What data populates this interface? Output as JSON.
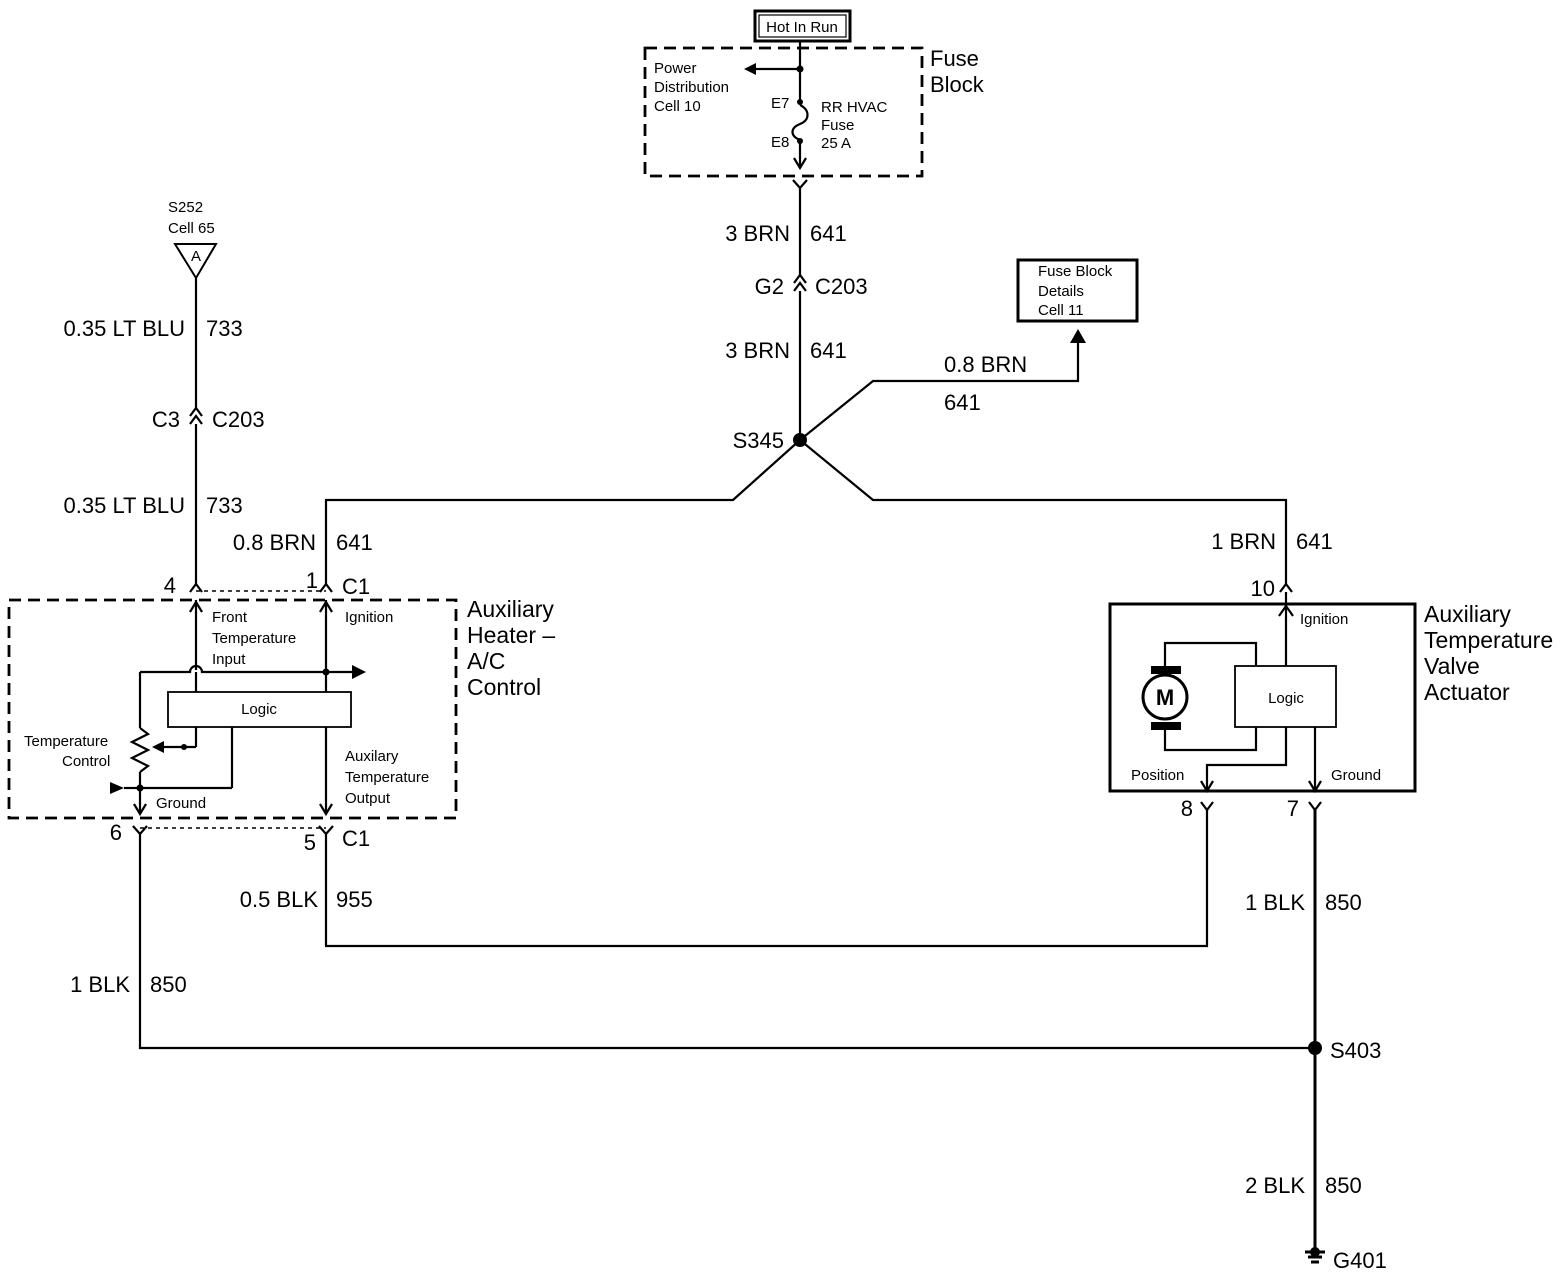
{
  "power_source": {
    "label": "Hot In Run"
  },
  "fuse_block": {
    "title_line1": "Fuse",
    "title_line2": "Block",
    "power_distribution": [
      "Power",
      "Distribution",
      "Cell 10"
    ],
    "terminal_top": "E7",
    "terminal_bottom": "E8",
    "fuse": [
      "RR HVAC",
      "Fuse",
      "25 A"
    ]
  },
  "wires": {
    "feed_top": {
      "gauge_color": "3 BRN",
      "circuit": "641"
    },
    "feed_mid": {
      "gauge_color": "3 BRN",
      "circuit": "641"
    },
    "fuse_details_branch": {
      "gauge_color": "0.8 BRN",
      "circuit": "641"
    },
    "control_ignition": {
      "gauge_color": "0.8 BRN",
      "circuit": "641"
    },
    "actuator_ignition": {
      "gauge_color": "1 BRN",
      "circuit": "641"
    },
    "lt_blu_upper": {
      "gauge_color": "0.35 LT BLU",
      "circuit": "733"
    },
    "lt_blu_lower": {
      "gauge_color": "0.35 LT BLU",
      "circuit": "733"
    },
    "position_signal": {
      "gauge_color": "0.5 BLK",
      "circuit": "955"
    },
    "control_ground": {
      "gauge_color": "1 BLK",
      "circuit": "850"
    },
    "actuator_ground": {
      "gauge_color": "1 BLK",
      "circuit": "850"
    },
    "main_ground": {
      "gauge_color": "2 BLK",
      "circuit": "850"
    }
  },
  "connectors": {
    "g2": "G2",
    "c203_main": "C203",
    "c3": "C3",
    "c203_blu": "C203",
    "c1_top": "C1",
    "c1_bottom": "C1"
  },
  "splices": {
    "s345": "S345",
    "s403": "S403"
  },
  "ground": {
    "label": "G401"
  },
  "splice_ref": {
    "name": "S252",
    "cell": "Cell 65",
    "letter": "A"
  },
  "fuse_block_details": [
    "Fuse Block",
    "Details",
    "Cell 11"
  ],
  "aux_control": {
    "title": [
      "Auxiliary",
      "Heater –",
      "A/C",
      "Control"
    ],
    "pin_front_temp": "4",
    "pin_ignition": "1",
    "pin_ground": "6",
    "pin_output": "5",
    "front_temp_input": [
      "Front",
      "Temperature",
      "Input"
    ],
    "ignition": "Ignition",
    "logic": "Logic",
    "temperature_control": [
      "Temperature",
      "Control"
    ],
    "ground": "Ground",
    "aux_temp_output": [
      "Auxilary",
      "Temperature",
      "Output"
    ]
  },
  "actuator": {
    "title": [
      "Auxiliary",
      "Temperature",
      "Valve",
      "Actuator"
    ],
    "pin_ignition": "10",
    "pin_position": "8",
    "pin_ground": "7",
    "ignition": "Ignition",
    "motor": "M",
    "logic": "Logic",
    "position": "Position",
    "ground": "Ground"
  }
}
